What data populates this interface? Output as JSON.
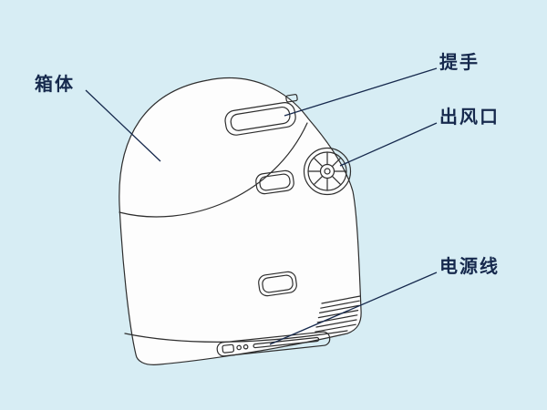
{
  "colors": {
    "background": "#d7edf4",
    "drawing_line": "#2e2e2e",
    "device_fill": "#fdfdfd",
    "label_text": "#16294d"
  },
  "labels": {
    "cabinet": {
      "text": "箱体"
    },
    "handle": {
      "text": "提手"
    },
    "air_outlet": {
      "text": "出风口"
    },
    "power_cord": {
      "text": "电源线"
    }
  }
}
